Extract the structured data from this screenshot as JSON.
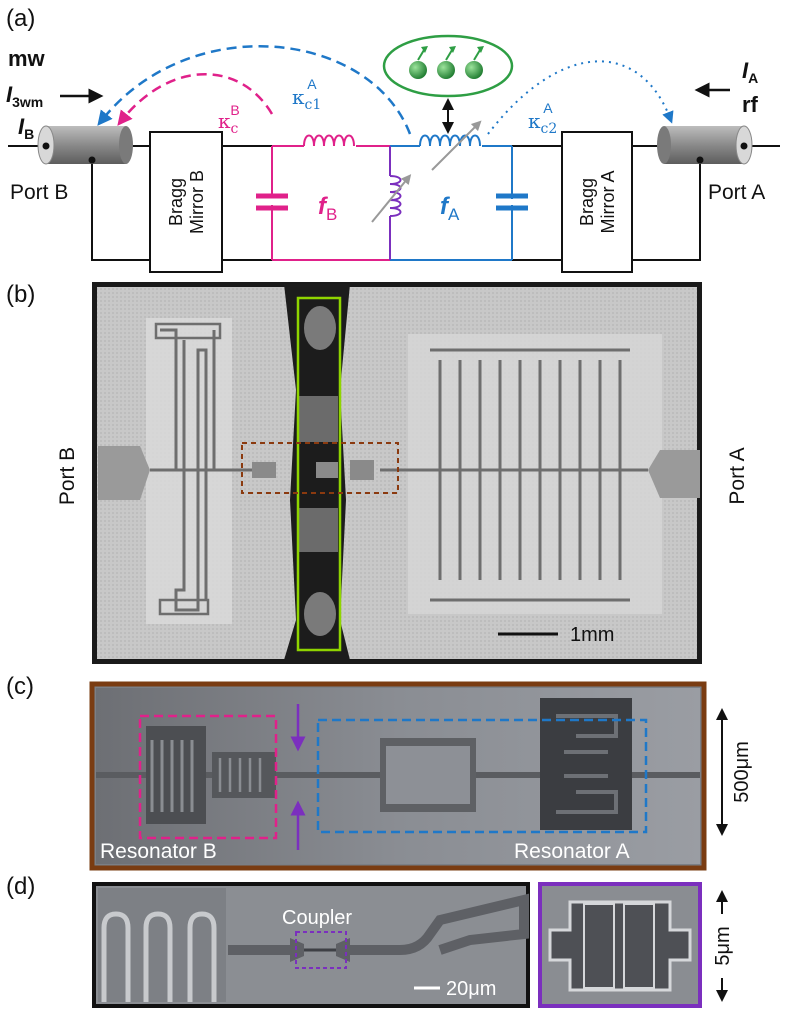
{
  "panels": {
    "a": {
      "label": "(a)",
      "left_text": {
        "mw": "mw",
        "i3wm_main": "I",
        "i3wm_sub": "3wm",
        "ib_main": "I",
        "ib_sub": "B"
      },
      "right_text": {
        "ia_main": "I",
        "ia_sub": "A",
        "rf": "rf"
      },
      "port_b": "Port B",
      "port_a": "Port A",
      "mirror_b": [
        "Bragg",
        "Mirror B"
      ],
      "mirror_a": [
        "Bragg",
        "Mirror A"
      ],
      "kappa_cB": {
        "k": "κ",
        "sub": "c",
        "sup": "B"
      },
      "kappa_c1A": {
        "k": "κ",
        "sub": "c1",
        "sup": "A"
      },
      "kappa_c2A": {
        "k": "κ",
        "sub": "c2",
        "sup": "A"
      },
      "fB": {
        "f": "f",
        "sub": "B"
      },
      "fA": {
        "f": "f",
        "sub": "A"
      },
      "colors": {
        "magenta": "#e0218a",
        "blue": "#1f78c8",
        "purple": "#7b2fbe",
        "green": "#2e9e44",
        "black": "#111111"
      }
    },
    "b": {
      "label": "(b)",
      "port_b": "Port B",
      "port_a": "Port A",
      "scale": "1mm",
      "colors": {
        "box_lime": "#8fd400",
        "box_brown": "#8b3a0f"
      }
    },
    "c": {
      "label": "(c)",
      "scale": "500μm",
      "res_b": "Resonator B",
      "res_a": "Resonator A",
      "colors": {
        "frame": "#7a3c12"
      }
    },
    "d": {
      "label": "(d)",
      "coupler": "Coupler",
      "scale": "20μm",
      "scale2": "5μm"
    }
  }
}
